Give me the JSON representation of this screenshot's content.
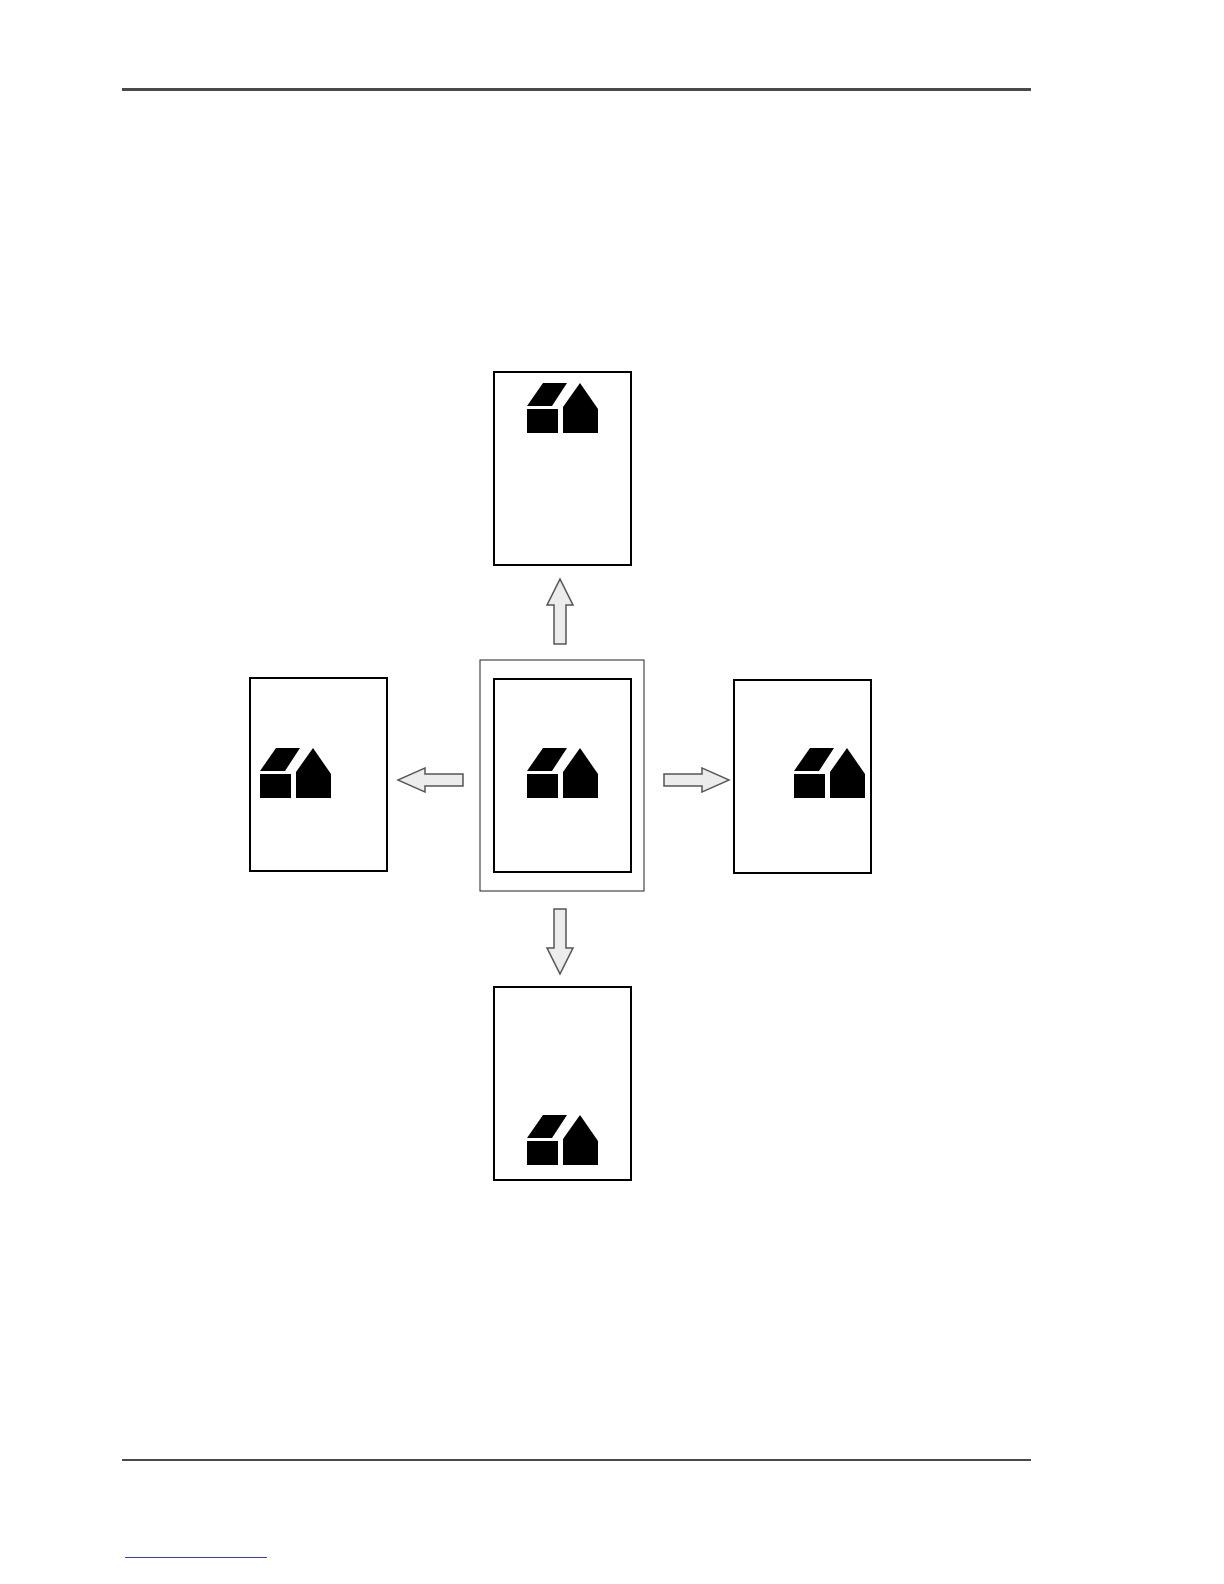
{
  "page": {
    "background": "#ffffff",
    "rule_color": "#4a4a4a",
    "link_underline_color": "#3a3ad0"
  },
  "diagram": {
    "description_icon": "house-logo-icon",
    "center_page": {
      "has_outer_frame": true
    },
    "shifted_pages": [
      "up",
      "left",
      "right",
      "down"
    ],
    "arrow_fill": "#ececec",
    "arrow_stroke": "#555555",
    "page_stroke": "#000000"
  }
}
